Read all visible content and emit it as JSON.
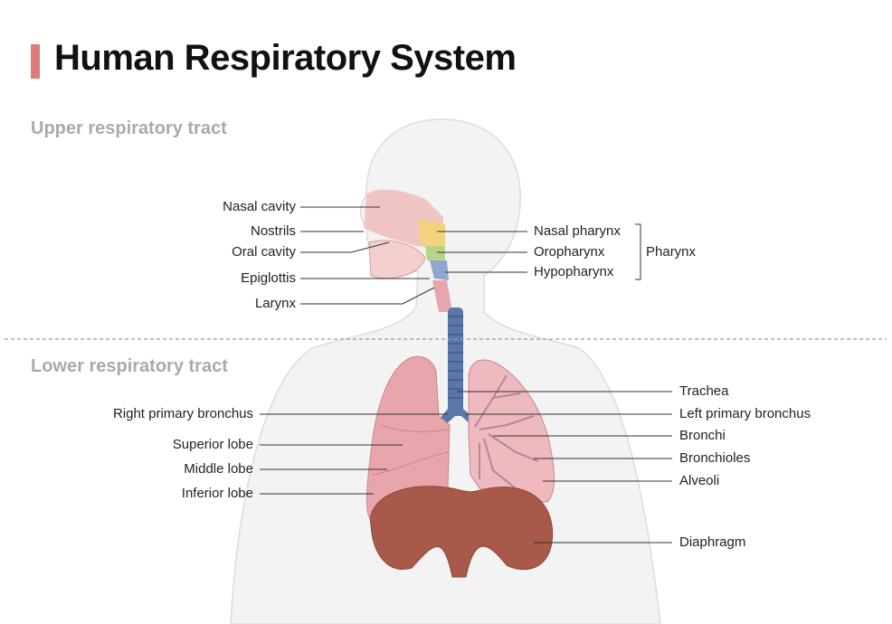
{
  "title": "Human Respiratory System",
  "sections": {
    "upper": "Upper respiratory tract",
    "lower": "Lower respiratory tract"
  },
  "upper_left_labels": [
    "Nasal cavity",
    "Nostrils",
    "Oral cavity",
    "Epiglottis",
    "Larynx"
  ],
  "upper_right_labels": [
    "Nasal pharynx",
    "Oropharynx",
    "Hypopharynx"
  ],
  "pharynx_group_label": "Pharynx",
  "lower_left_labels": [
    "Right primary bronchus",
    "Superior lobe",
    "Middle lobe",
    "Inferior lobe"
  ],
  "lower_right_labels": [
    "Trachea",
    "Left primary bronchus",
    "Bronchi",
    "Bronchioles",
    "Alveoli",
    "Diaphragm"
  ],
  "colors": {
    "accent": "#e07b7b",
    "lung": "#e8a5ac",
    "trachea": "#5b76a8",
    "diaphragm": "#a9594a",
    "body": "#f2f2f2"
  }
}
